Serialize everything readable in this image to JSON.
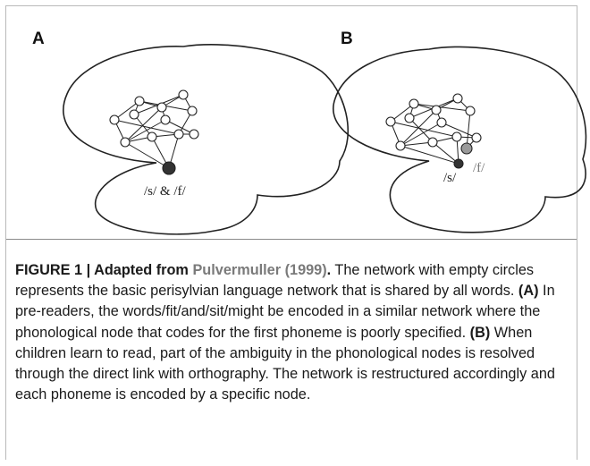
{
  "figure": {
    "panel_a_label": "A",
    "panel_b_label": "B",
    "panel_a_node_label": "/s/ & /f/",
    "panel_b_node_label_s": "/s/",
    "panel_b_node_label_f": "/f/"
  },
  "caption": {
    "label": "FIGURE 1 | Adapted from ",
    "citation": "Pulvermuller (1999)",
    "label_end": ".",
    "intro": " The network with empty circles represents the basic perisylvian language network that is shared by all words. ",
    "a_marker": "(A)",
    "a_text": " In pre-readers, the words/fit/and/sit/might be encoded in a similar network where the phonological node that codes for the first phoneme is poorly specified. ",
    "b_marker": "(B)",
    "b_text": " When children learn to read, part of the ambiguity in the phonological nodes is resolved through the direct link with orthography. The network is restructured accordingly and each phoneme is encoded by a specific node."
  }
}
